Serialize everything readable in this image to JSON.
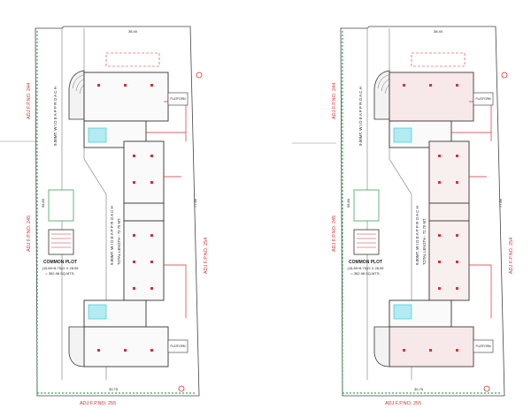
{
  "colors": {
    "wall": "#3a3a3a",
    "annotation": "#d32f2f",
    "green": "#3aa655",
    "cyan": "#26c6da",
    "pink": "#e57373"
  },
  "plans": [
    {
      "id": "left",
      "labels": {
        "adj_top": "ADJ F.P.NO. 244",
        "adj_mid": "ADJ F.P.NO. 245",
        "adj_right": "ADJ F.P.NO. 254",
        "adj_bottom": "ADJ F.P.NO. 255",
        "approach": "9.00MT. W I D E   A P P R O A C H",
        "approach_mid": "9.00MT. W I D E   A P P R O A C H",
        "total_length": "TOTAL LENGTH - 72.70 MT.",
        "common_plot_title": "COMMON PLOT",
        "common_plot_dims": "(15.89+8.75)/2 X 28.59",
        "common_plot_area": "= 352.98 SQ.MTS.",
        "dim_top": "38.40",
        "dim_right": "77.86",
        "dim_bottom": "30.75",
        "dim_left": "98.80",
        "platform_top": "PLATFORM",
        "platform_bottom": "PLATFORM"
      }
    },
    {
      "id": "right",
      "labels": {
        "adj_top": "ADJ F.P.NO. 244",
        "adj_mid": "ADJ F.P.NO. 245",
        "adj_right": "ADJ F.P.NO. 254",
        "adj_bottom": "ADJ F.P.NO. 255",
        "approach": "9.00MT. W I D E   A P P R O A C H",
        "approach_mid": "9.00MT. W I D E   A P P R O A C H",
        "total_length": "TOTAL LENGTH - 72.70 MT.",
        "common_plot_title": "COMMON PLOT",
        "common_plot_dims": "(15.89+8.75)/2 X 28.59",
        "common_plot_area": "= 352.98 SQ.MTS.",
        "dim_top": "38.40",
        "dim_right": "77.86",
        "dim_bottom": "30.75",
        "dim_left": "98.80",
        "platform_top": "PLATFORM",
        "platform_bottom": "PLATFORM"
      }
    }
  ]
}
